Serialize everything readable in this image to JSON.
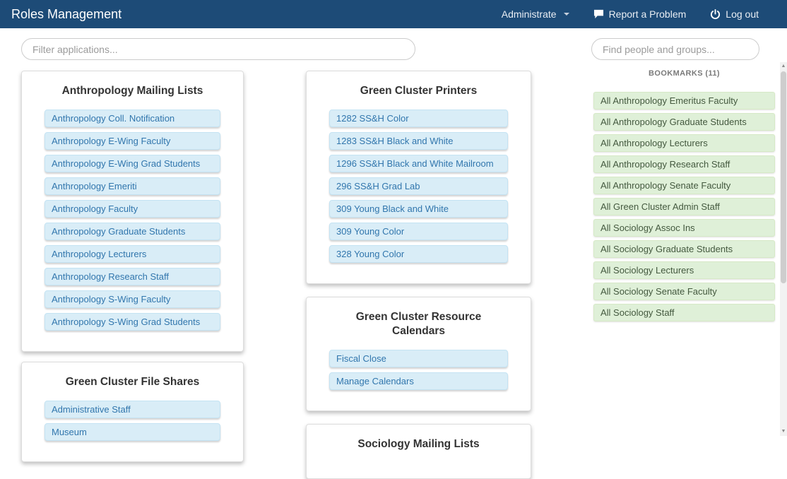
{
  "navbar": {
    "title": "Roles Management",
    "administrate_label": "Administrate",
    "report_label": "Report a Problem",
    "logout_label": "Log out"
  },
  "filters": {
    "applications_placeholder": "Filter applications...",
    "people_placeholder": "Find people and groups..."
  },
  "bookmarks": {
    "header": "BOOKMARKS (11)",
    "items": [
      "All Anthropology Emeritus Faculty",
      "All Anthropology Graduate Students",
      "All Anthropology Lecturers",
      "All Anthropology Research Staff",
      "All Anthropology Senate Faculty",
      "All Green Cluster Admin Staff",
      "All Sociology Assoc Ins",
      "All Sociology Graduate Students",
      "All Sociology Lecturers",
      "All Sociology Senate Faculty",
      "All Sociology Staff"
    ]
  },
  "cards": {
    "anthropology_mailing_lists": {
      "title": "Anthropology Mailing Lists",
      "items": [
        "Anthropology Coll. Notification",
        "Anthropology E-Wing Faculty",
        "Anthropology E-Wing Grad Students",
        "Anthropology Emeriti",
        "Anthropology Faculty",
        "Anthropology Graduate Students",
        "Anthropology Lecturers",
        "Anthropology Research Staff",
        "Anthropology S-Wing Faculty",
        "Anthropology S-Wing Grad Students"
      ]
    },
    "green_cluster_printers": {
      "title": "Green Cluster Printers",
      "items": [
        "1282 SS&H Color",
        "1283 SS&H Black and White",
        "1296 SS&H Black and White Mailroom",
        "296 SS&H Grad Lab",
        "309 Young Black and White",
        "309 Young Color",
        "328 Young Color"
      ]
    },
    "green_cluster_resource_calendars": {
      "title": "Green Cluster Resource Calendars",
      "items": [
        "Fiscal Close",
        "Manage Calendars"
      ]
    },
    "green_cluster_file_shares": {
      "title": "Green Cluster File Shares",
      "items": [
        "Administrative Staff",
        "Museum"
      ]
    },
    "sociology_mailing_lists": {
      "title": "Sociology Mailing Lists",
      "items": []
    }
  },
  "icons": {
    "report": "speech-bubble",
    "logout": "power",
    "administrate": "caret-down",
    "scroll_up": "▲",
    "scroll_down": "▼"
  },
  "colors": {
    "navbar_bg": "#1d4b77",
    "role_item_bg": "#d9edf7",
    "role_item_border": "#c4e3f3",
    "role_item_text": "#3176ad",
    "bookmark_bg": "#dff0d8",
    "bookmark_border": "#d6e9c6"
  }
}
